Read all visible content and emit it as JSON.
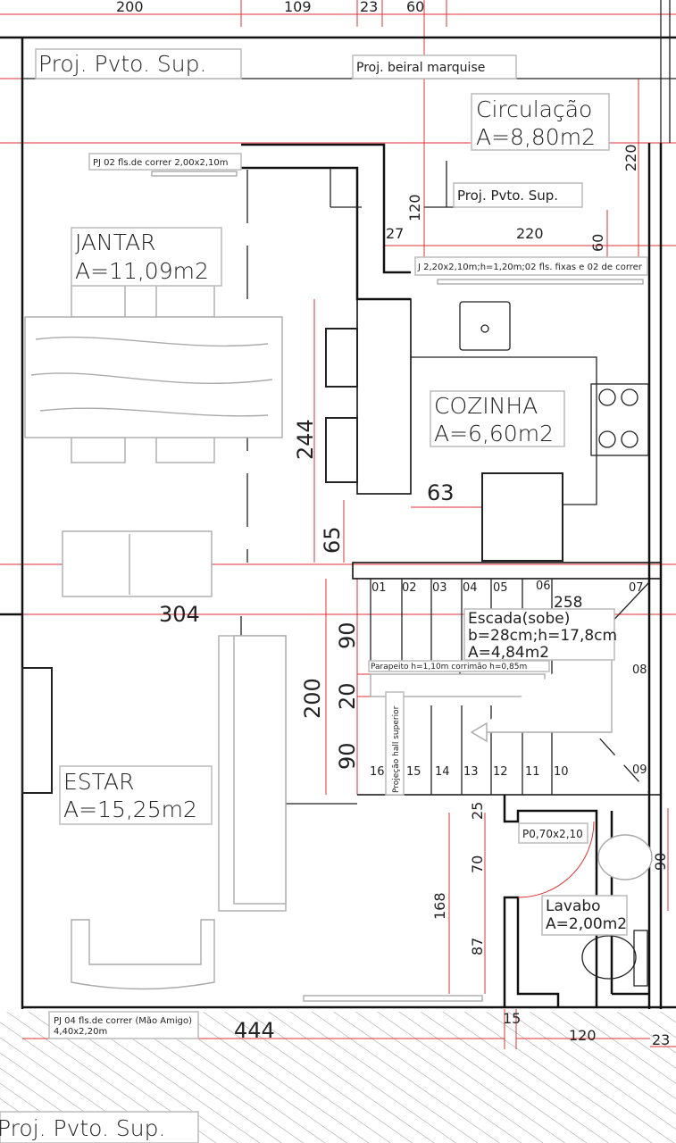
{
  "plan": {
    "colors": {
      "wall": "#111111",
      "dimension": "#dd3333",
      "furniture": "#aaaaaa",
      "hatch": "#999999"
    },
    "top_dimensions": [
      "200",
      "109",
      "23",
      "60"
    ],
    "notes": {
      "proj_pvto_sup_top": "Proj. Pvto. Sup.",
      "proj_beiral": "Proj. beiral marquise",
      "proj_pvto_sup_mid": "Proj. Pvto. Sup.",
      "proj_pvto_sup_bottom": "Proj. Pvto. Sup.",
      "pj02": "PJ 02 fls.de correr 2,00x2,10m",
      "j_window": "J 2,20x2,10m;h=1,20m;02 fls. fixas e 02 de correr",
      "pj04_line1": "PJ 04 fls.de correr (Mão Amigo)",
      "pj04_line2": "4,40x2,20m",
      "door_p": "P0,70x2,10",
      "parapeito": "Parapeito h=1,10m corrimão h=0,85m",
      "hall": "Projeção hall superior"
    },
    "rooms": {
      "circulacao": {
        "name": "Circulação",
        "area": "A=8,80m2"
      },
      "jantar": {
        "name": "JANTAR",
        "area": "A=11,09m2"
      },
      "cozinha": {
        "name": "COZINHA",
        "area": "A=6,60m2"
      },
      "estar": {
        "name": "ESTAR",
        "area": "A=15,25m2"
      },
      "escada": {
        "name": "Escada(sobe)",
        "spec": "b=28cm;h=17,8cm",
        "area": "A=4,84m2"
      },
      "lavabo": {
        "name": "Lavabo",
        "area": "A=2,00m2"
      }
    },
    "dimensions": {
      "d220v": "220",
      "d120v": "120",
      "d27": "27",
      "d220h": "220",
      "d60v": "60",
      "d244": "244",
      "d65": "65",
      "d63": "63",
      "d304": "304",
      "d258": "258",
      "d200": "200",
      "d90a": "90",
      "d20": "20",
      "d90b": "90",
      "d25": "25",
      "d70": "70",
      "d168": "168",
      "d87": "87",
      "d90l": "90",
      "d444": "444",
      "d15": "15",
      "d120h": "120",
      "d23": "23"
    },
    "steps": [
      "01",
      "02",
      "03",
      "04",
      "05",
      "06",
      "07",
      "08",
      "09",
      "10",
      "11",
      "12",
      "13",
      "14",
      "15",
      "16"
    ]
  }
}
